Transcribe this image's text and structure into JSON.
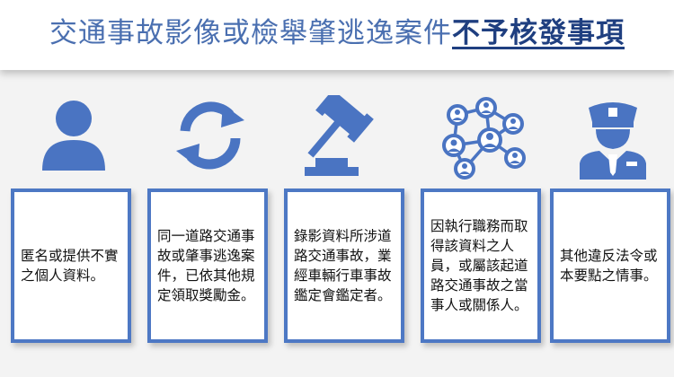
{
  "title": {
    "main": "交通事故影像或檢舉肇逃逸案件",
    "emphasis": "不予核發事項"
  },
  "colors": {
    "icon": "#4a74c2",
    "card_border": "#4d78c4",
    "title": "#4a6fb0",
    "title_emphasis": "#1f3f80",
    "background": "#f3f3f3"
  },
  "items": [
    {
      "icon": "person-icon",
      "text": "匿名或提供不實之個人資料。"
    },
    {
      "icon": "refresh-cycle-icon",
      "text": "同一道路交通事故或肇事逃逸案件，已依其他規定領取獎勵金。"
    },
    {
      "icon": "gavel-icon",
      "text": "錄影資料所涉道路交通事故，業經車輛行車事故鑑定會鑑定者。"
    },
    {
      "icon": "network-people-icon",
      "text": "因執行職務而取得該資料之人員，或屬該起道路交通事故之當事人或關係人。"
    },
    {
      "icon": "police-officer-icon",
      "text": "其他違反法令或本要點之情事。"
    }
  ]
}
